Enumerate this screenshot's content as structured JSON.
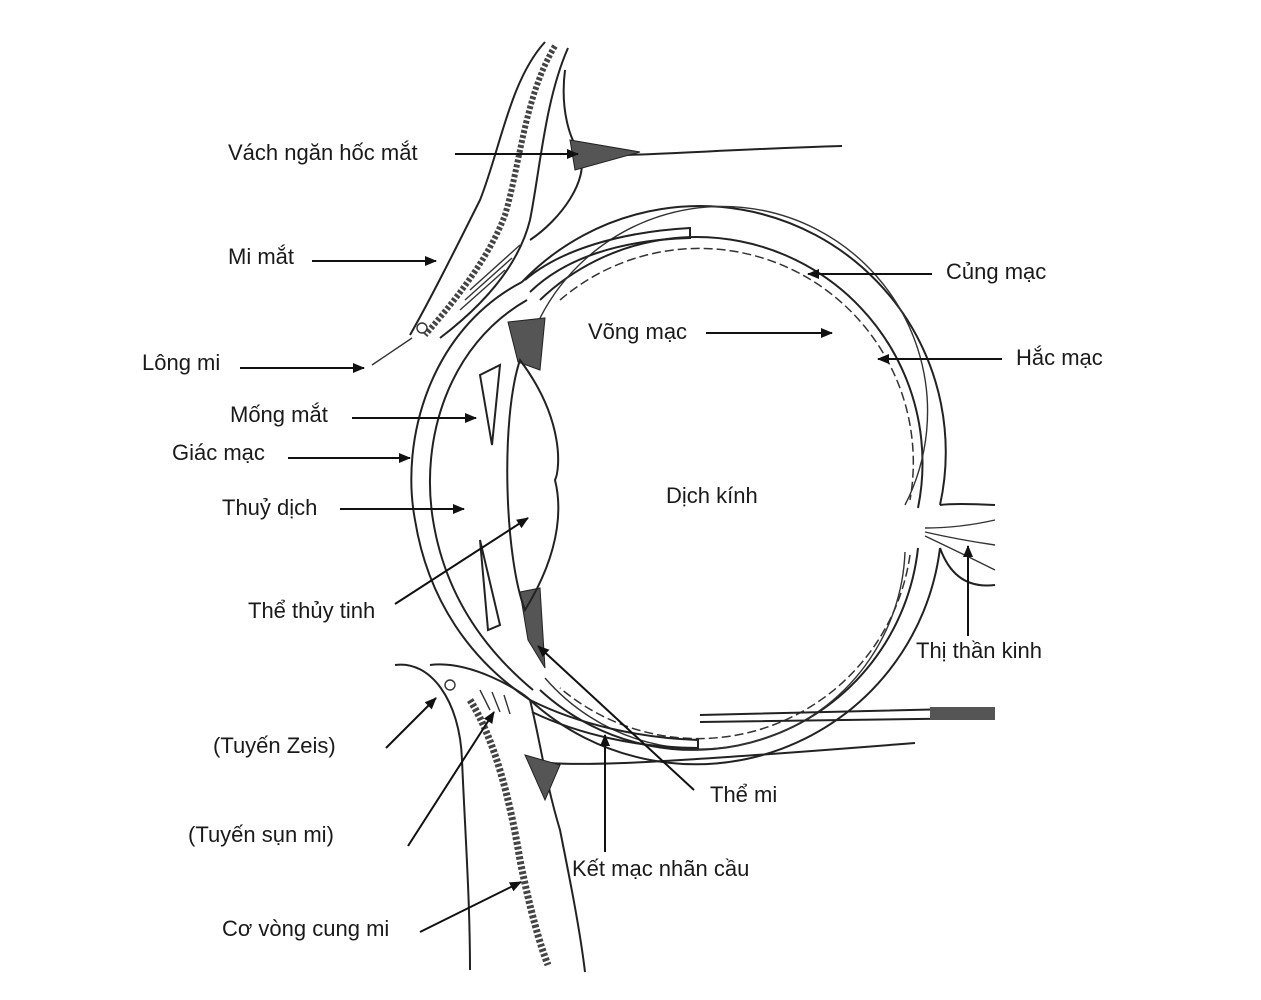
{
  "labels": {
    "vach_ngan": "Vách ngăn hốc mắt",
    "mi_mat": "Mi mắt",
    "long_mi": "Lông mi",
    "mong_mat": "Mống mắt",
    "giac_mac": "Giác mạc",
    "thuy_dich": "Thuỷ dịch",
    "the_thuy_tinh": "Thể thủy tinh",
    "tuyen_zeis": "(Tuyến Zeis)",
    "tuyen_sun_mi": "(Tuyến sụn mi)",
    "co_vong": "Cơ vòng cung mi",
    "cung_mac": "Củng mạc",
    "vong_mac": "Võng mạc",
    "hac_mac": "Hắc mạc",
    "dich_kinh": "Dịch kính",
    "thi_than_kinh": "Thị thần kinh",
    "the_mi": "Thể mi",
    "ket_mac": "Kết mạc nhãn cầu"
  }
}
